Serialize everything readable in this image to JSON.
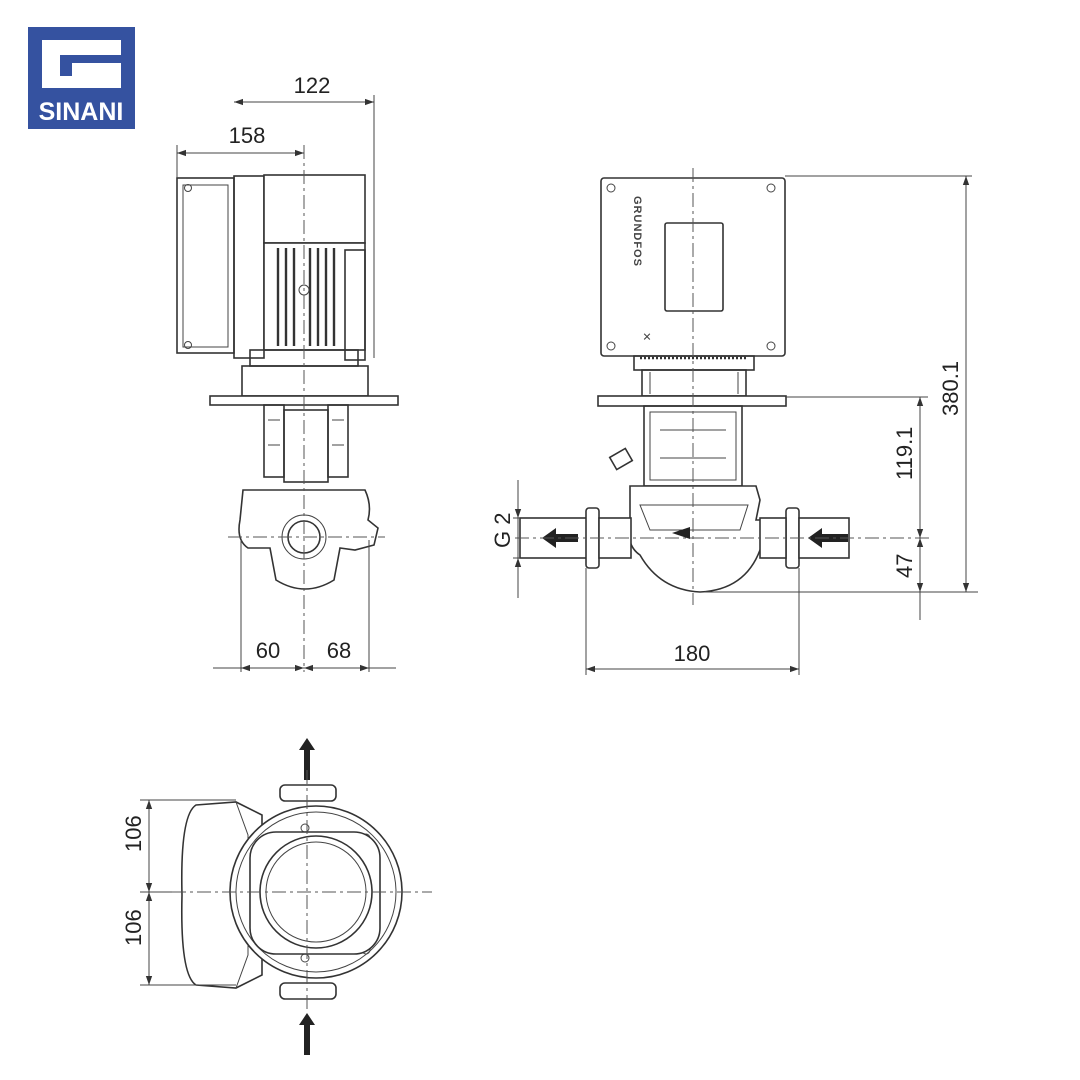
{
  "logo": {
    "text": "SINANI",
    "color": "#3552a0"
  },
  "pump_brand": "GRUNDFOS",
  "dimensions": {
    "top_width_122": "122",
    "top_width_158": "158",
    "base_left_60": "60",
    "base_right_68": "68",
    "port_to_port_180": "180",
    "total_height_380": "380.1",
    "flange_height_119": "119.1",
    "center_height_47": "47",
    "connection_thread": "G 2",
    "plan_upper_106": "106",
    "plan_lower_106": "106"
  }
}
